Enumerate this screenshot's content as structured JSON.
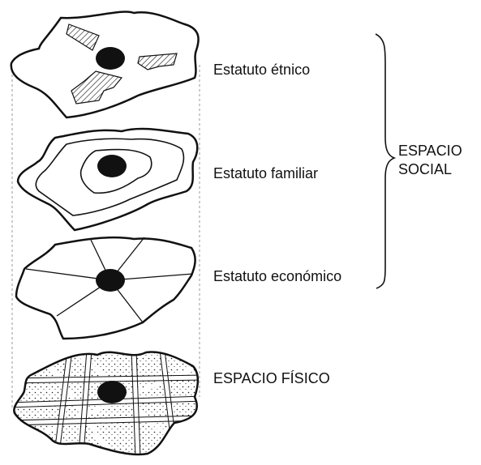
{
  "labels": {
    "ethnic": "Estatuto étnico",
    "family": "Estatuto familiar",
    "economic": "Estatuto económico",
    "physical": "ESPACIO FÍSICO"
  },
  "social_space": {
    "line1": "ESPACIO",
    "line2": "SOCIAL"
  },
  "colors": {
    "ink": "#111111",
    "paper": "#ffffff",
    "guide": "#999999"
  }
}
